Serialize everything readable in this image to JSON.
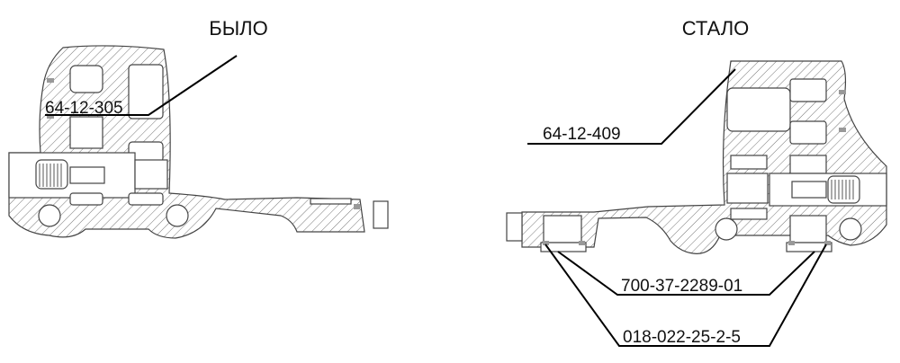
{
  "titles": {
    "before": "БЫЛО",
    "after": "СТАЛО"
  },
  "labels": {
    "before_part": "64-12-305",
    "after_part": "64-12-409",
    "adapter": "700-37-2289-01",
    "seal": "018-022-25-2-5"
  },
  "colors": {
    "line": "#000000",
    "hatch": "#555555"
  }
}
